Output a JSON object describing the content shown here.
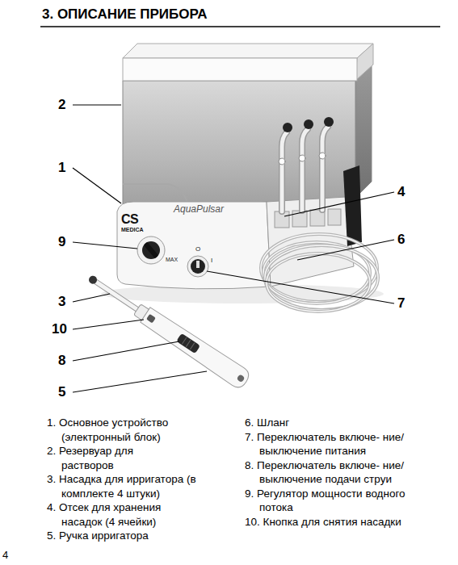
{
  "diagram": {
    "title": "3. ОПИСАНИЕ ПРИБОРА",
    "labels": [
      "2",
      "1",
      "4",
      "9",
      "6",
      "7",
      "3",
      "10",
      "8",
      "5",
      "AquaPulsar",
      "CS",
      "MEDICA",
      "MAX",
      "O",
      "I",
      "1. Основное устройство (электронный блок)",
      "2. Резервуар для растворов",
      "3. Насадка для ирригатора (в комплекте 4 штуки)",
      "4. Отсек для хранения насадок (4 ячейки)",
      "5. Ручка ирригатора",
      "6. Шланг",
      "7. Переключатель включе- ние/выключение питания",
      "8. Переключатель включе- ние/выключение подачи струи",
      "9. Регулятор мощности водного потока",
      "10. Кнопка для снятия насадки",
      "4"
    ]
  }
}
